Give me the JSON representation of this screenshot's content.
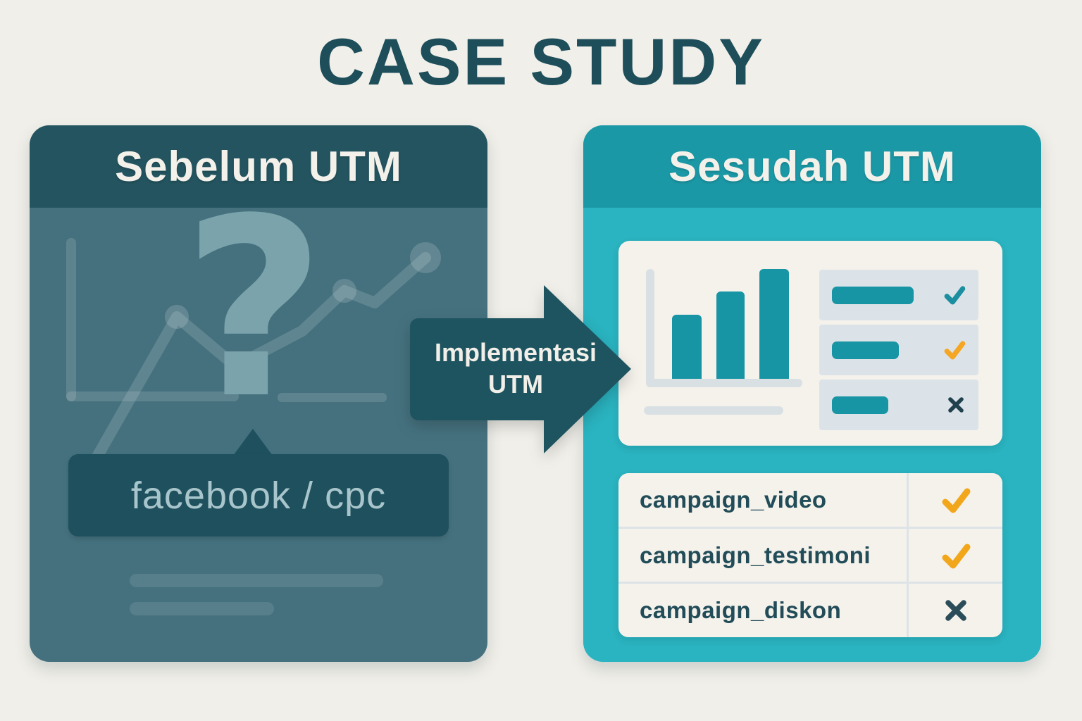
{
  "page": {
    "title": "CASE STUDY"
  },
  "before": {
    "header": "Sebelum UTM",
    "question_mark": "?",
    "source_label": "facebook / cpc"
  },
  "arrow": {
    "label_line1": "Implementasi",
    "label_line2": "UTM"
  },
  "after": {
    "header": "Sesudah UTM",
    "mini_checklist": [
      {
        "icon": "check-icon",
        "color": "#1b8fa0"
      },
      {
        "icon": "check-icon",
        "color": "#f5a623"
      },
      {
        "icon": "cross-icon",
        "color": "#22414e"
      }
    ],
    "campaigns": [
      {
        "name": "campaign_video",
        "result": "success",
        "icon": "check-icon",
        "icon_color": "#f2a71b"
      },
      {
        "name": "campaign_testimoni",
        "result": "success",
        "icon": "check-icon",
        "icon_color": "#f2a71b"
      },
      {
        "name": "campaign_diskon",
        "result": "fail",
        "icon": "cross-icon",
        "icon_color": "#2a4d59"
      }
    ]
  },
  "colors": {
    "background": "#f1efe9",
    "title_text": "#1d4e5a",
    "before_panel_header": "#23545f",
    "before_panel_body": "#45717e",
    "referrer_box": "#1e515d",
    "referrer_text": "#a9c5cc",
    "arrow": "#1d5460",
    "after_panel_header": "#1b98a6",
    "after_panel_body": "#2ab3c0",
    "card_background": "#f5f2ec",
    "teal_accent": "#1895a5",
    "orange_accent": "#f5a623",
    "dark_icon": "#2a4d59"
  }
}
